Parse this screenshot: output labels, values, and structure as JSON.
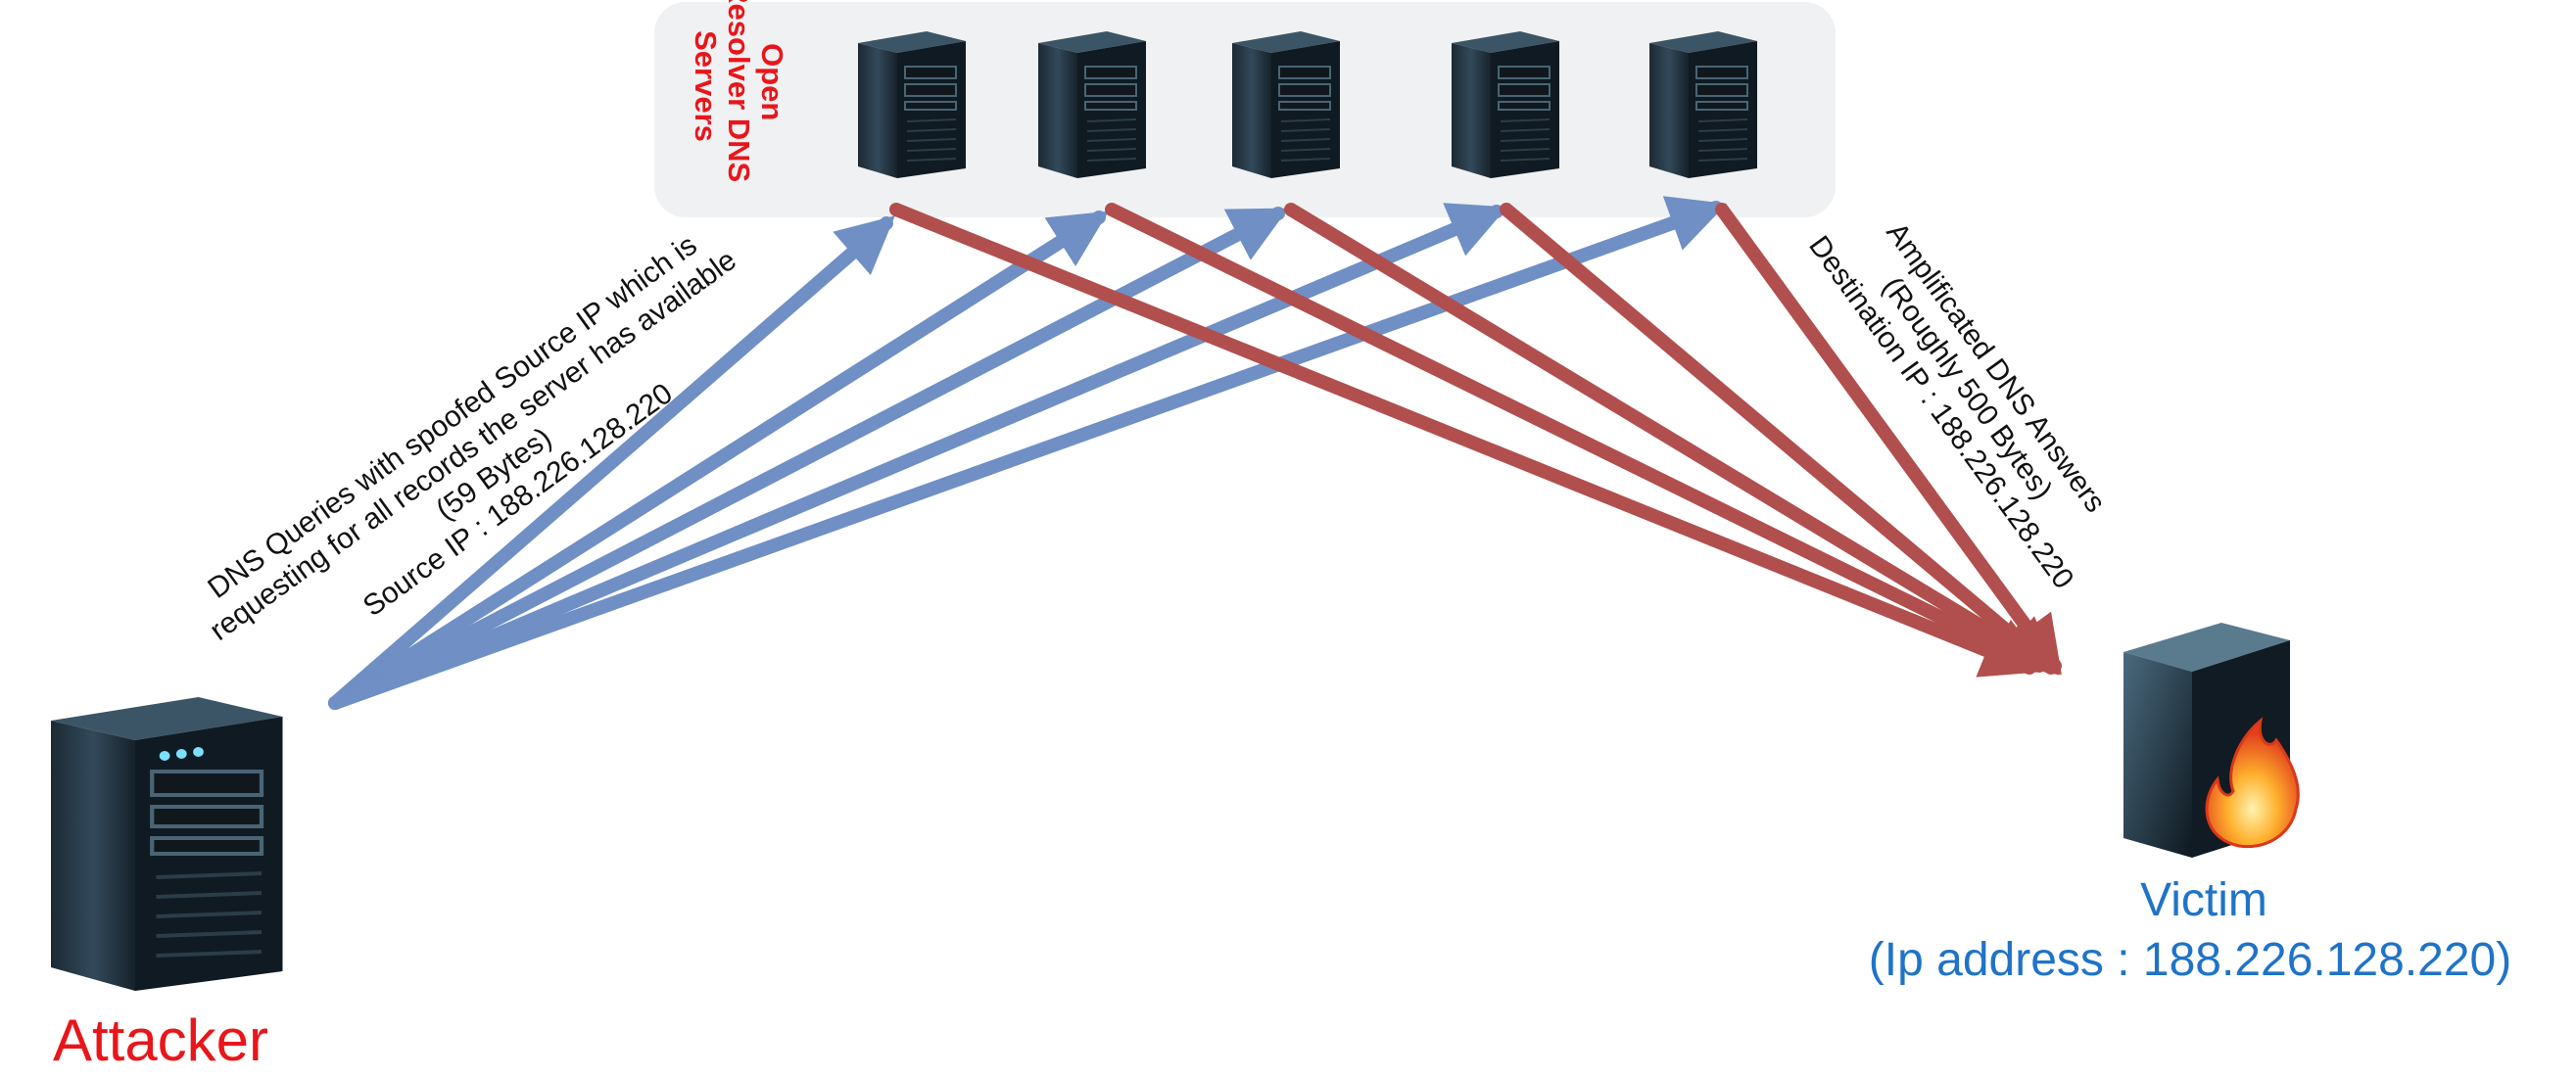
{
  "group_label_lines": [
    "Open",
    "Resolver DNS",
    "Servers"
  ],
  "query_label_lines": [
    "DNS Queries with spoofed Source IP which is",
    "requesting for all records the server has available",
    "(59 Bytes)",
    "Source IP : 188.226.128.220"
  ],
  "answer_label_lines": [
    "Amplificated DNS Answers",
    "(Roughly 500 Bytes)",
    "Destination IP : 188.226.128.220"
  ],
  "attacker_label": "Attacker",
  "victim_label": "Victim",
  "victim_ip_label": "(Ip address : 188.226.128.220)",
  "colors": {
    "query_arrow": "#6f8fc5",
    "answer_arrow": "#b14f4e",
    "red_text": "#e8161b",
    "blue_text": "#1f73c8",
    "group_bg": "#f0f1f2"
  },
  "icons": {
    "dns_server": "server-tower-icon",
    "attacker": "server-tower-icon",
    "victim": "firewall-server-icon"
  }
}
